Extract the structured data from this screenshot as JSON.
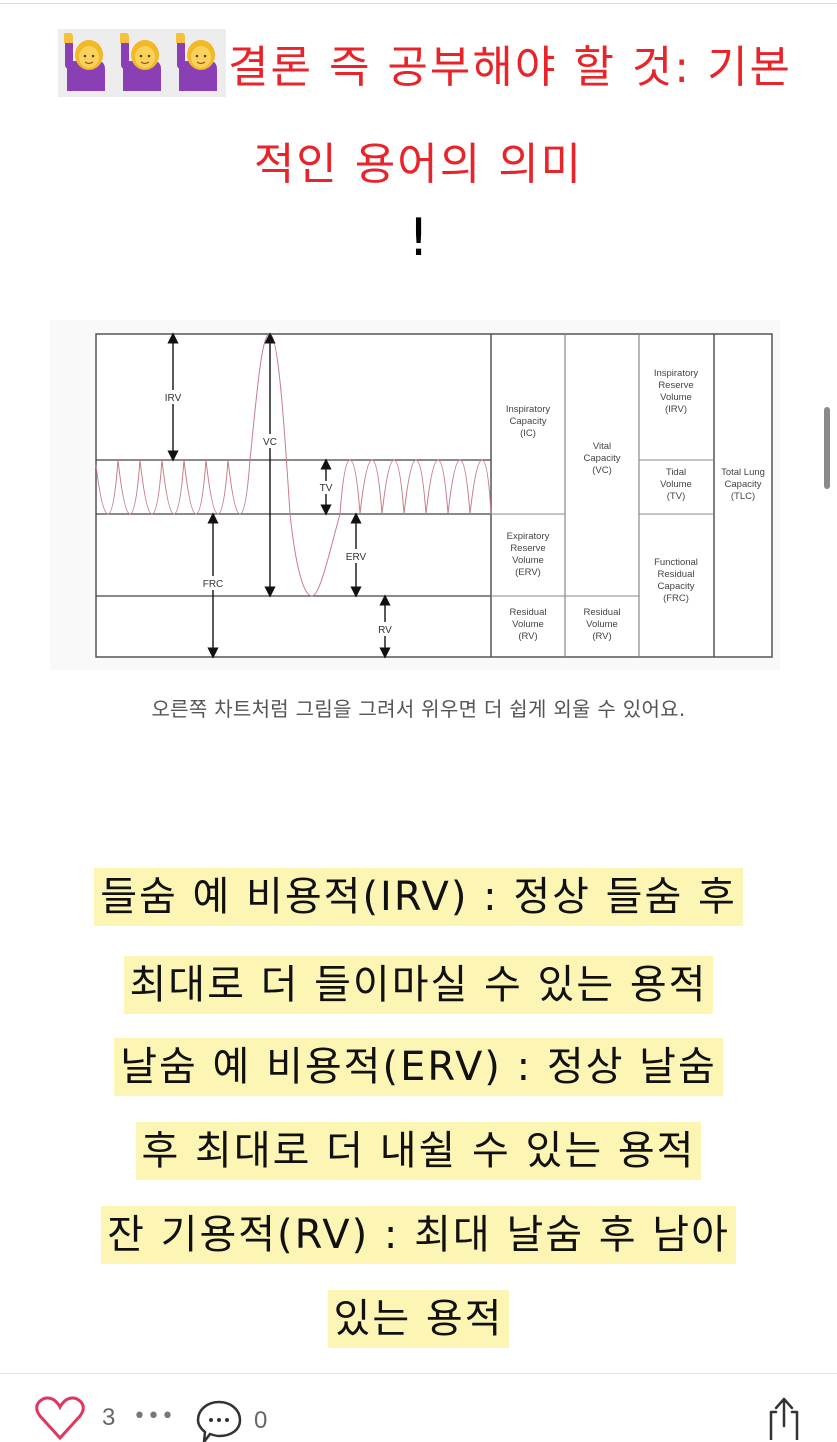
{
  "heading": {
    "emoji": [
      "woman-raising-hand",
      "woman-raising-hand",
      "woman-raising-hand"
    ],
    "line1": "결론 즉 공부해야 할 것: 기본",
    "line2": "적인 용어의 의미",
    "exclaim": "!",
    "color": "#e8232a"
  },
  "diagram": {
    "type": "spirogram",
    "waveform_labels": {
      "irv": "IRV",
      "vc": "VC",
      "tv": "TV",
      "erv": "ERV",
      "frc": "FRC",
      "rv": "RV"
    },
    "table": {
      "col1": {
        "ic": [
          "Inspiratory",
          "Capacity",
          "(IC)"
        ],
        "erv": [
          "Expiratory",
          "Reserve",
          "Volume",
          "(ERV)"
        ],
        "rv": [
          "Residual",
          "Volume",
          "(RV)"
        ]
      },
      "col2": {
        "vc": [
          "Vital",
          "Capacity",
          "(VC)"
        ],
        "rv": [
          "Residual",
          "Volume",
          "(RV)"
        ]
      },
      "col3": {
        "irv": [
          "Inspiratory",
          "Reserve",
          "Volume",
          "(IRV)"
        ],
        "tv": [
          "Tidal",
          "Volume",
          "(TV)"
        ],
        "frc": [
          "Functional",
          "Residual",
          "Capacity",
          "(FRC)"
        ]
      },
      "col4": {
        "tlc": [
          "Total Lung",
          "Capacity",
          "(TLC)"
        ]
      }
    },
    "wave_color": "#c77d86"
  },
  "caption": "오른쪽 차트처럼 그림을 그려서 위우면 더 쉽게 외울 수 있어요.",
  "definitions": [
    {
      "line1": "들숨 예 비용적(IRV) : 정상 들숨 후",
      "line2": "최대로 더 들이마실 수 있는 용적"
    },
    {
      "line1": "날숨 예 비용적(ERV) : 정상 날숨",
      "line2": "후 최대로 더 내쉴 수 있는 용적"
    },
    {
      "line1": "잔 기용적(RV) : 최대 날숨 후 남아",
      "line2": "있는 용적"
    }
  ],
  "highlight_color": "#fdf5b4",
  "actions": {
    "like_count": "3",
    "more": "•••",
    "comment_count": "0",
    "like_color": "#e0365f"
  }
}
